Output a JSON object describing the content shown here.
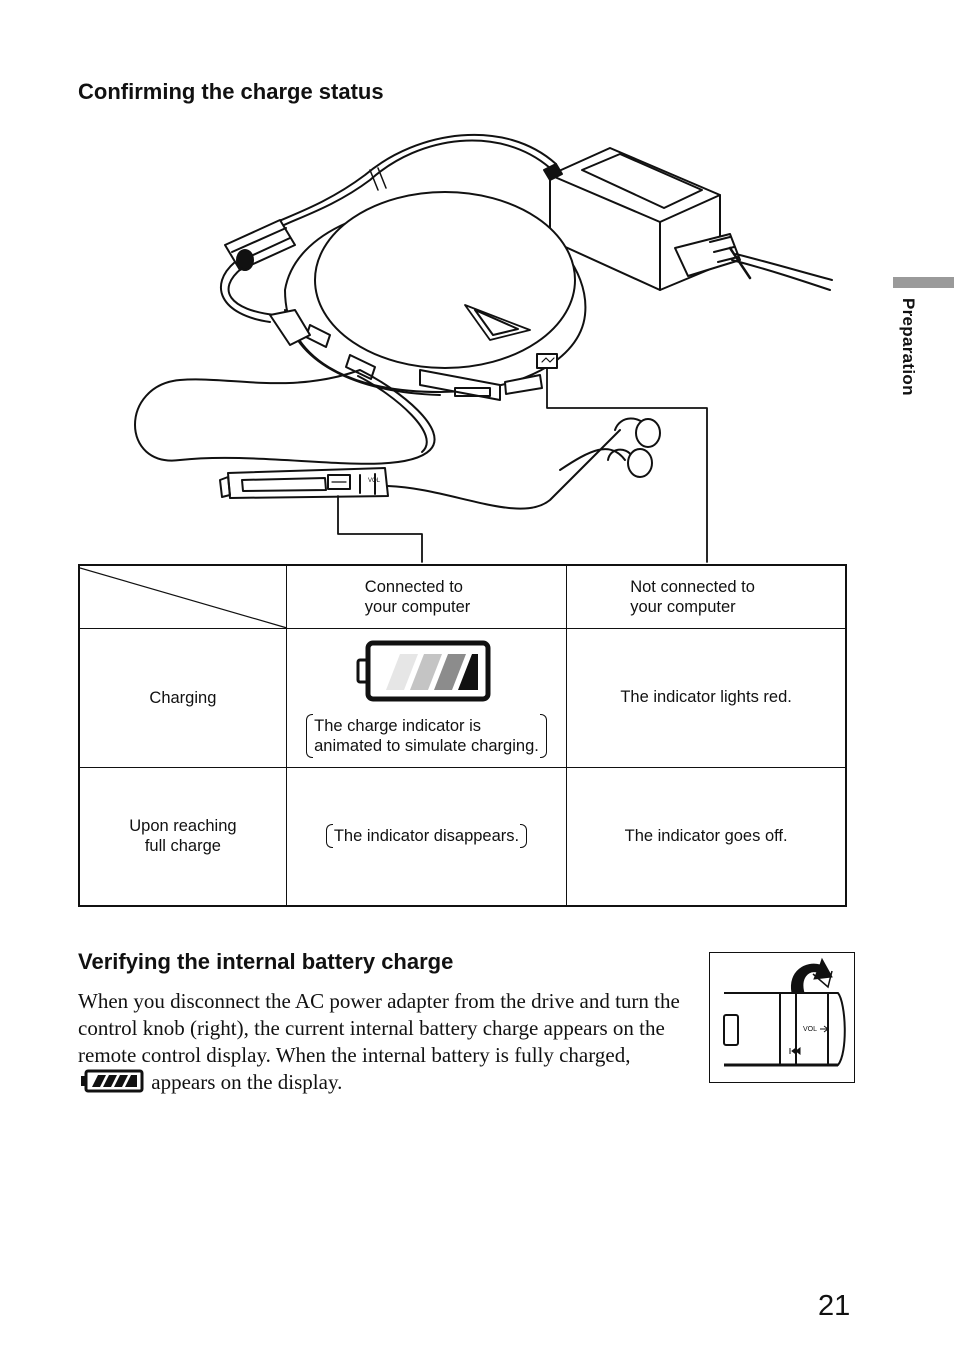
{
  "sections": {
    "confirm_title": "Confirming the charge status",
    "verify_title": "Verifying the internal battery charge"
  },
  "side_tab": {
    "label": "Preparation"
  },
  "table": {
    "columns": [
      {
        "line1": "Connected to",
        "line2": "your computer"
      },
      {
        "line1": "Not connected to",
        "line2": "your computer"
      }
    ],
    "rows": [
      {
        "label_line1": "Charging",
        "connected_note_line1": "The charge indicator is",
        "connected_note_line2": "animated to simulate charging.",
        "not_connected": "The indicator lights red."
      },
      {
        "label_line1": "Upon reaching",
        "label_line2": "full charge",
        "connected_note_line1": "The indicator disappears.",
        "not_connected": "The indicator goes off."
      }
    ]
  },
  "body": {
    "paragraph_before_icon": "When you disconnect the AC power adapter from the drive and turn the control knob (right), the current internal battery charge appears on the remote control display. When the internal battery is fully charged,",
    "paragraph_after_icon": "appears on the display."
  },
  "knob_figure": {
    "vol_label": "VOL"
  },
  "remote_figure": {
    "vol_label": "VOL"
  },
  "page_number": "21",
  "icons": {
    "battery_animated": "battery-charging-icon",
    "battery_full": "battery-full-icon",
    "knob_arrow": "curved-arrow-icon"
  }
}
